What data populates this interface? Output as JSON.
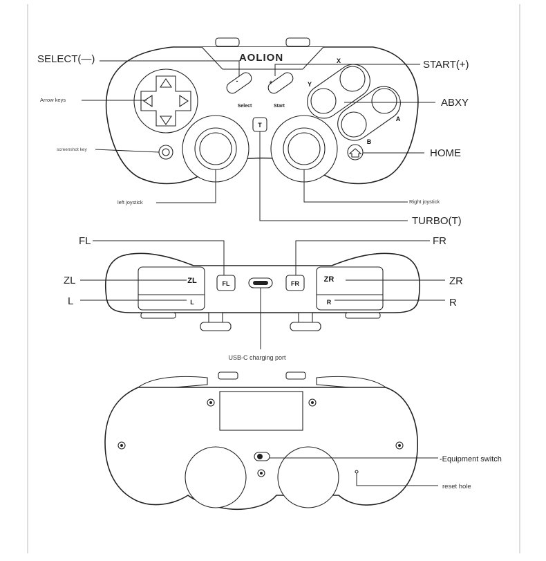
{
  "brand": "AOLION",
  "top_view": {
    "labels": {
      "select": "SELECT(—)",
      "start": "START(+)",
      "arrow_keys": "Arrow keys",
      "abxy": "ABXY",
      "screenshot_key": "screenshot key",
      "home": "HOME",
      "left_joystick": "left joystick",
      "right_joystick": "Right joystick",
      "turbo": "TURBO(T)"
    },
    "button_text": {
      "select_small": "Select",
      "start_small": "Start",
      "minus": "-",
      "plus": "+",
      "turbo_key": "T",
      "x": "X",
      "y": "Y",
      "a": "A",
      "b": "B"
    }
  },
  "front_view": {
    "labels": {
      "fl": "FL",
      "fr": "FR",
      "zl": "ZL",
      "zr": "ZR",
      "l": "L",
      "r": "R",
      "usb": "USB-C charging port"
    },
    "button_text": {
      "fl": "FL",
      "fr": "FR",
      "zl": "ZL",
      "zr": "ZR",
      "l": "L",
      "r": "R"
    }
  },
  "back_view": {
    "labels": {
      "equipment_switch": "-Equipment switch",
      "reset_hole": "reset hole"
    }
  }
}
